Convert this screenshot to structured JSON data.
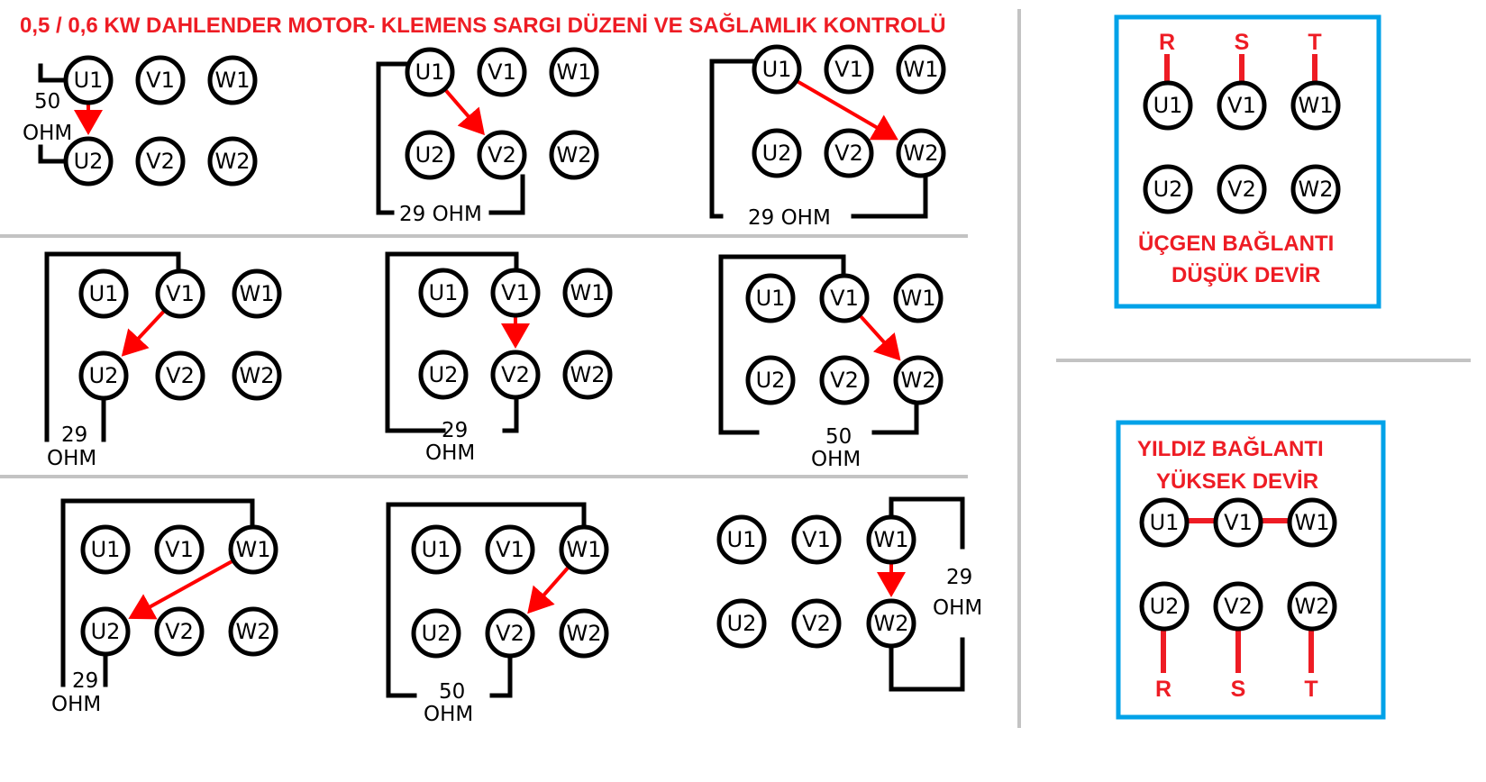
{
  "title": "0,5 / 0,6 KW DAHLENDER MOTOR-  KLEMENS SARGI DÜZENİ VE SAĞLAMLIK KONTROLÜ",
  "terminals": [
    "U1",
    "V1",
    "W1",
    "U2",
    "V2",
    "W2"
  ],
  "tests": [
    {
      "from": "U1",
      "to": "U2",
      "ohm_value": "50",
      "ohm_unit": "OHM"
    },
    {
      "from": "U1",
      "to": "V2",
      "ohm_value": "29",
      "ohm_unit": "OHM"
    },
    {
      "from": "U1",
      "to": "W2",
      "ohm_value": "29",
      "ohm_unit": "OHM"
    },
    {
      "from": "V1",
      "to": "U2",
      "ohm_value": "29",
      "ohm_unit": "OHM"
    },
    {
      "from": "V1",
      "to": "V2",
      "ohm_value": "29",
      "ohm_unit": "OHM"
    },
    {
      "from": "V1",
      "to": "W2",
      "ohm_value": "50",
      "ohm_unit": "OHM"
    },
    {
      "from": "W1",
      "to": "U2",
      "ohm_value": "29",
      "ohm_unit": "OHM"
    },
    {
      "from": "W1",
      "to": "V2",
      "ohm_value": "50",
      "ohm_unit": "OHM"
    },
    {
      "from": "W1",
      "to": "W2",
      "ohm_value": "29",
      "ohm_unit": "OHM"
    }
  ],
  "delta_box": {
    "phases": [
      "R",
      "S",
      "T"
    ],
    "caption_line1": "ÜÇGEN BAĞLANTI",
    "caption_line2": "DÜŞÜK DEVİR"
  },
  "star_box": {
    "phases": [
      "R",
      "S",
      "T"
    ],
    "caption_line1": "YILDIZ BAĞLANTI",
    "caption_line2": "YÜKSEK DEVİR"
  },
  "colors": {
    "title_red": "#ee1c24",
    "arrow_red": "#ff0000",
    "box_blue": "#00a2e8",
    "divider_gray": "#c3c3c3"
  }
}
